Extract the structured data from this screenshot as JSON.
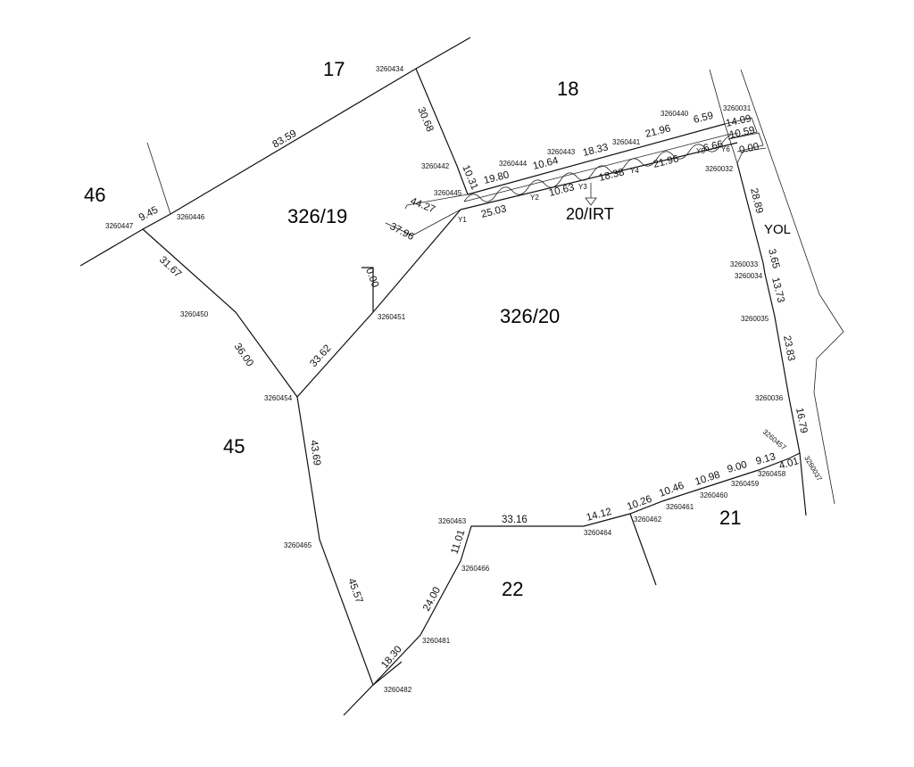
{
  "parcels": {
    "p17": "17",
    "p18": "18",
    "p46": "46",
    "p45": "45",
    "p21": "21",
    "p22": "22",
    "p32619": "326/19",
    "p32620": "326/20",
    "irt": "20/IRT",
    "yol": "YOL"
  },
  "points": [
    "3260434",
    "3260442",
    "3260445",
    "3260446",
    "3260447",
    "3260450",
    "3260451",
    "3260454",
    "3260465",
    "3260482",
    "3260481",
    "3260466",
    "3260463",
    "3260464",
    "3260462",
    "3260461",
    "3260460",
    "3260459",
    "3260458",
    "3260457",
    "3260037",
    "3260036",
    "3260035",
    "3260034",
    "3260033",
    "3260032",
    "3260031",
    "3260440",
    "3260441",
    "3260443",
    "3260444"
  ],
  "y_points": [
    "Y1",
    "Y2",
    "Y3",
    "Y4",
    "Y5",
    "Y6"
  ],
  "distances": [
    "83.59",
    "30.68",
    "10.31",
    "9.45",
    "31.67",
    "36.00",
    "33.62",
    "0.00",
    "44.27",
    "37.96",
    "43.69",
    "45.57",
    "18.30",
    "24.00",
    "11.01",
    "33.16",
    "14.12",
    "10.26",
    "10.46",
    "10.98",
    "9.00",
    "9.13",
    "4.01",
    "16.79",
    "23.83",
    "13.73",
    "3.65",
    "28.89",
    "0.00",
    "10.59",
    "14.09",
    "6.59",
    "21.96",
    "18.33",
    "10.64",
    "19.80",
    "25.03",
    "10.63",
    "18.38",
    "21.96",
    "6.66"
  ]
}
